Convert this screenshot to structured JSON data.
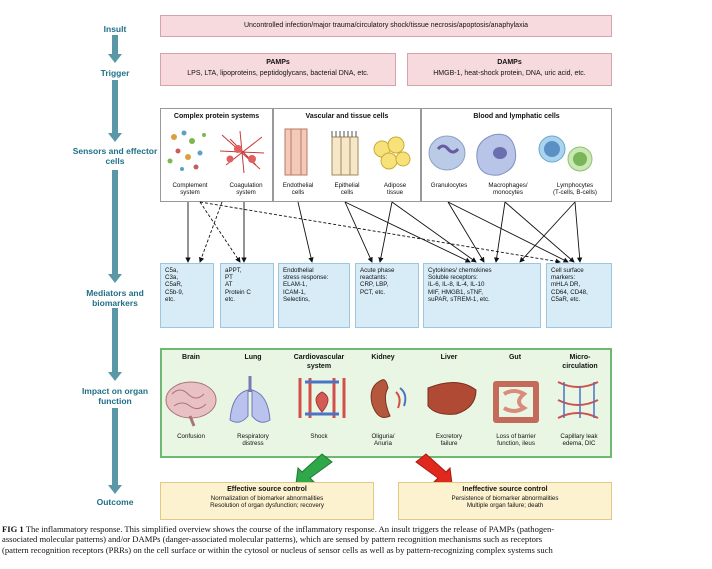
{
  "stages": {
    "insult": "Insult",
    "trigger": "Trigger",
    "sensors": "Sensors and effector cells",
    "mediators": "Mediators and biomarkers",
    "impact": "Impact on organ function",
    "outcome": "Outcome"
  },
  "insult_text": "Uncontrolled infection/major trauma/circulatory shock/tissue necrosis/apoptosis/anaphylaxia",
  "pamps": {
    "title": "PAMPs",
    "text": "LPS, LTA, lipoproteins, peptidoglycans, bacterial DNA, etc."
  },
  "damps": {
    "title": "DAMPs",
    "text": "HMGB-1, heat-shock protein, DNA, uric acid, etc."
  },
  "sensor_groups": [
    {
      "title": "Complex protein systems",
      "items": [
        "Complement system",
        "Coagulation system"
      ]
    },
    {
      "title": "Vascular and tissue cells",
      "items": [
        "Endothelial cells",
        "Epithelial cells",
        "Adipose tissue"
      ]
    },
    {
      "title": "Blood and lymphatic cells",
      "items": [
        "Granulocytes",
        "Macrophages/ monocytes",
        "Lymphocytes (T-cells, B-cells)"
      ]
    }
  ],
  "sensor_labels": {
    "complement": [
      "Complement",
      "system"
    ],
    "coagulation": [
      "Coagulation",
      "system"
    ],
    "endothelial": [
      "Endothelial",
      "cells"
    ],
    "epithelial": [
      "Epithelial",
      "cells"
    ],
    "adipose": [
      "Adipose",
      "tissue"
    ],
    "granulocytes": [
      "Granulocytes"
    ],
    "macrophages": [
      "Macrophages/",
      "monocytes"
    ],
    "lymphocytes": [
      "Lymphocytes",
      "(T-cells, B-cells)"
    ]
  },
  "mediators": [
    [
      "C5a,",
      "C3a,",
      "C5aR,",
      "C5b-9,",
      "etc."
    ],
    [
      "aPPT,",
      "PT",
      "AT",
      "Protein C",
      "etc."
    ],
    [
      "Endothelial",
      "stress response:",
      "ELAM-1,",
      "ICAM-1,",
      "Selectins,"
    ],
    [
      "Acute phase",
      "reactants:",
      "CRP, LBP,",
      "PCT, etc."
    ],
    [
      "Cytokines/ chemokines",
      "Soluble receptors:",
      "IL-6, IL-8, IL-4, IL-10",
      "MIF, HMGB1, sTNF,",
      "suPAR, sTREM-1, etc."
    ],
    [
      "Cell surface",
      "markers:",
      "mHLA DR,",
      "CD64, CD48,",
      "C5aR, etc."
    ]
  ],
  "organs": [
    {
      "name": "Brain",
      "effect": [
        "Confusion"
      ]
    },
    {
      "name": "Lung",
      "effect": [
        "Respiratory",
        "distress"
      ]
    },
    {
      "name": "Cardiovascular system",
      "effect": [
        "Shock"
      ]
    },
    {
      "name": "Kidney",
      "effect": [
        "Oliguria/",
        "Anuria"
      ]
    },
    {
      "name": "Liver",
      "effect": [
        "Excretory",
        "failure"
      ]
    },
    {
      "name": "Gut",
      "effect": [
        "Loss of barrier",
        "function, ileus"
      ]
    },
    {
      "name": "Micro-circulation",
      "effect": [
        "Capillary leak",
        "edema, DIC"
      ]
    }
  ],
  "outcomes": {
    "effective": {
      "title": "Effective source control",
      "lines": [
        "Normalization of biomarker abnormalities",
        "Resolution of organ dysfunction; recovery"
      ]
    },
    "ineffective": {
      "title": "Ineffective source control",
      "lines": [
        "Persistence of biomarker abnormalities",
        "Multiple organ failure; death"
      ]
    }
  },
  "caption": {
    "label": "FIG 1",
    "line1": "The inflammatory response. This simplified overview shows the course of the inflammatory response. An insult triggers the release of PAMPs (pathogen-",
    "line2": "associated molecular patterns) and/or DAMPs (danger-associated molecular patterns), which are sensed by pattern recognition mechanisms such as receptors",
    "line3": "(pattern recognition receptors (PRRs) on the cell surface or within the cytosol or nucleus of sensor cells as well as by pattern-recognizing complex systems such"
  },
  "colors": {
    "stage_arrow": "#5a98a8",
    "pink_box": "#f7dade",
    "blue_box": "#d7ecf7",
    "green_border": "#6fb86f",
    "outcome_box": "#fcf2cf",
    "good_arrow": "#2fa84a",
    "bad_arrow": "#e0281e"
  }
}
